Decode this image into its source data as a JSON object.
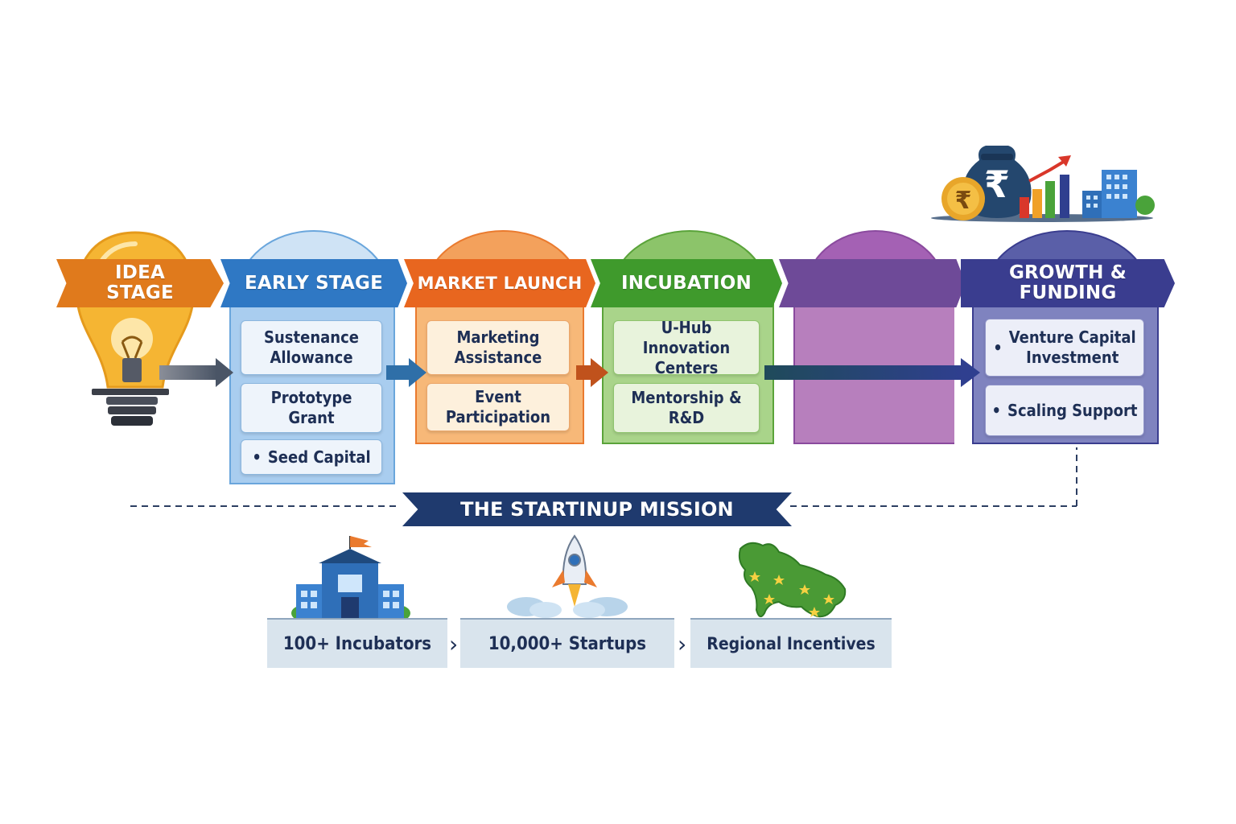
{
  "stages": [
    {
      "title": "IDEA STAGE",
      "title_lines": [
        "IDEA",
        "STAGE"
      ],
      "color": "#e07a1c",
      "items": []
    },
    {
      "title": "EARLY STAGE",
      "color": "#2f78c4",
      "items": [
        "Sustenance Allowance",
        "Prototype Grant",
        "Seed Capital"
      ]
    },
    {
      "title": "MARKET LAUNCH",
      "color": "#e8661f",
      "items": [
        "Marketing Assistance",
        "Event Participation"
      ]
    },
    {
      "title": "INCUBATION",
      "color": "#3f9a2c",
      "items": [
        "U-Hub Innovation Centers",
        "Mentorship & R&D"
      ]
    },
    {
      "title": "",
      "color": "#7a4a9e",
      "items": []
    },
    {
      "title": "GROWTH & FUNDING",
      "title_lines": [
        "GROWTH &",
        "FUNDING"
      ],
      "color": "#3a3d8f",
      "items": [
        "Venture Capital Investment",
        "Scaling Support"
      ]
    }
  ],
  "card_text": {
    "sustenance_1": "Sustenance",
    "sustenance_2": "Allowance",
    "prototype_1": "Prototype",
    "prototype_2": "Grant",
    "seed": "Seed Capital",
    "marketing_1": "Marketing",
    "marketing_2": "Assistance",
    "event": "Event Participation",
    "uhub_1": "U-Hub",
    "uhub_2": "Innovation Centers",
    "mentorship": "Mentorship & R&D",
    "venture_1": "Venture Capital",
    "venture_2": "Investment",
    "scaling": "Scaling Support"
  },
  "mission": {
    "title": "THE STARTINUP MISSION"
  },
  "stats": [
    {
      "label": "100+ Incubators",
      "icon": "building-flag-icon"
    },
    {
      "label": "10,000+ Startups",
      "icon": "rocket-icon"
    },
    {
      "label": "Regional Incentives",
      "icon": "state-map-icon"
    }
  ],
  "icons": {
    "idea": "lightbulb-icon",
    "growth": "rupee-moneybag-growth-icon"
  },
  "colors": {
    "navy": "#1e2f55",
    "mission_banner": "#1f3a6e"
  }
}
